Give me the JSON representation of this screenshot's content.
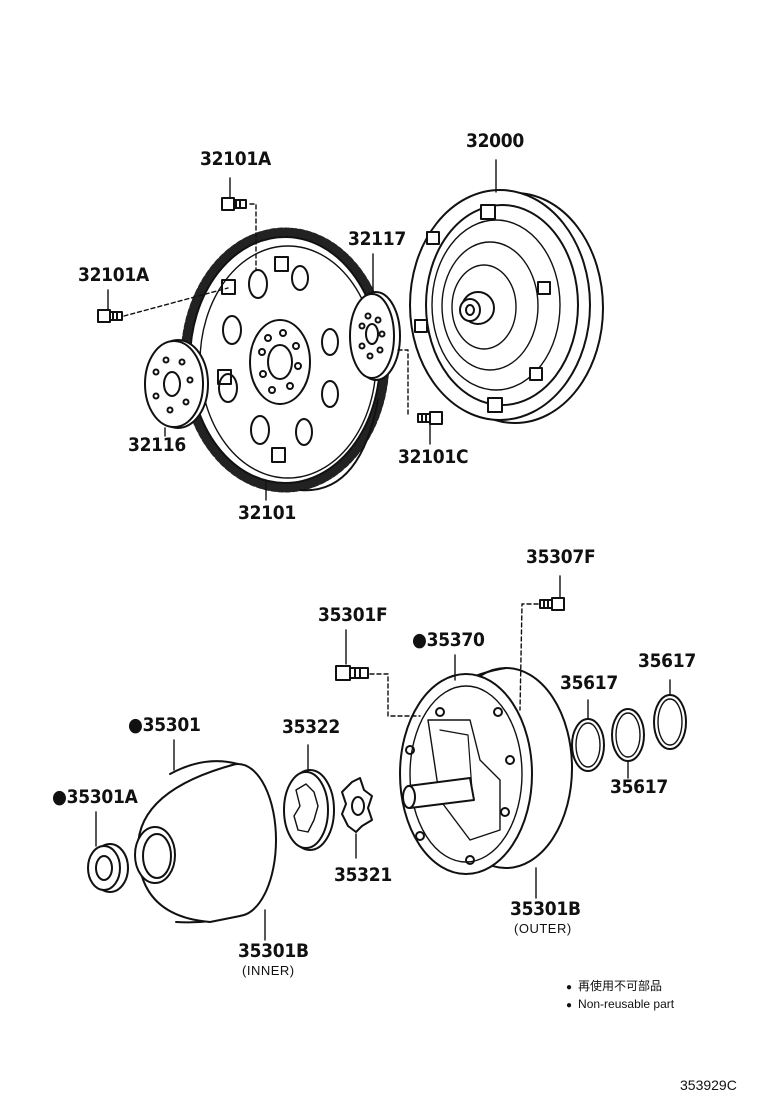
{
  "labels": {
    "p32000": "32000",
    "p32101A_top": "32101A",
    "p32101A_left": "32101A",
    "p32117": "32117",
    "p32116": "32116",
    "p32101C": "32101C",
    "p32101": "32101",
    "p35307F": "35307F",
    "p35301F": "35301F",
    "p35370": "●35370",
    "p35301": "●35301",
    "p35322": "35322",
    "p35617_a": "35617",
    "p35617_b": "35617",
    "p35617_c": "35617",
    "p35301A": "●35301A",
    "p35321": "35321",
    "p35301B_outer": "35301B",
    "p35301B_inner": "35301B"
  },
  "sublabels": {
    "outer": "(OUTER)",
    "inner": "(INNER)"
  },
  "legend": {
    "jp": "再使用不可部品",
    "en": "Non-reusable part",
    "bullet": "●"
  },
  "diagram_code": "353929C"
}
